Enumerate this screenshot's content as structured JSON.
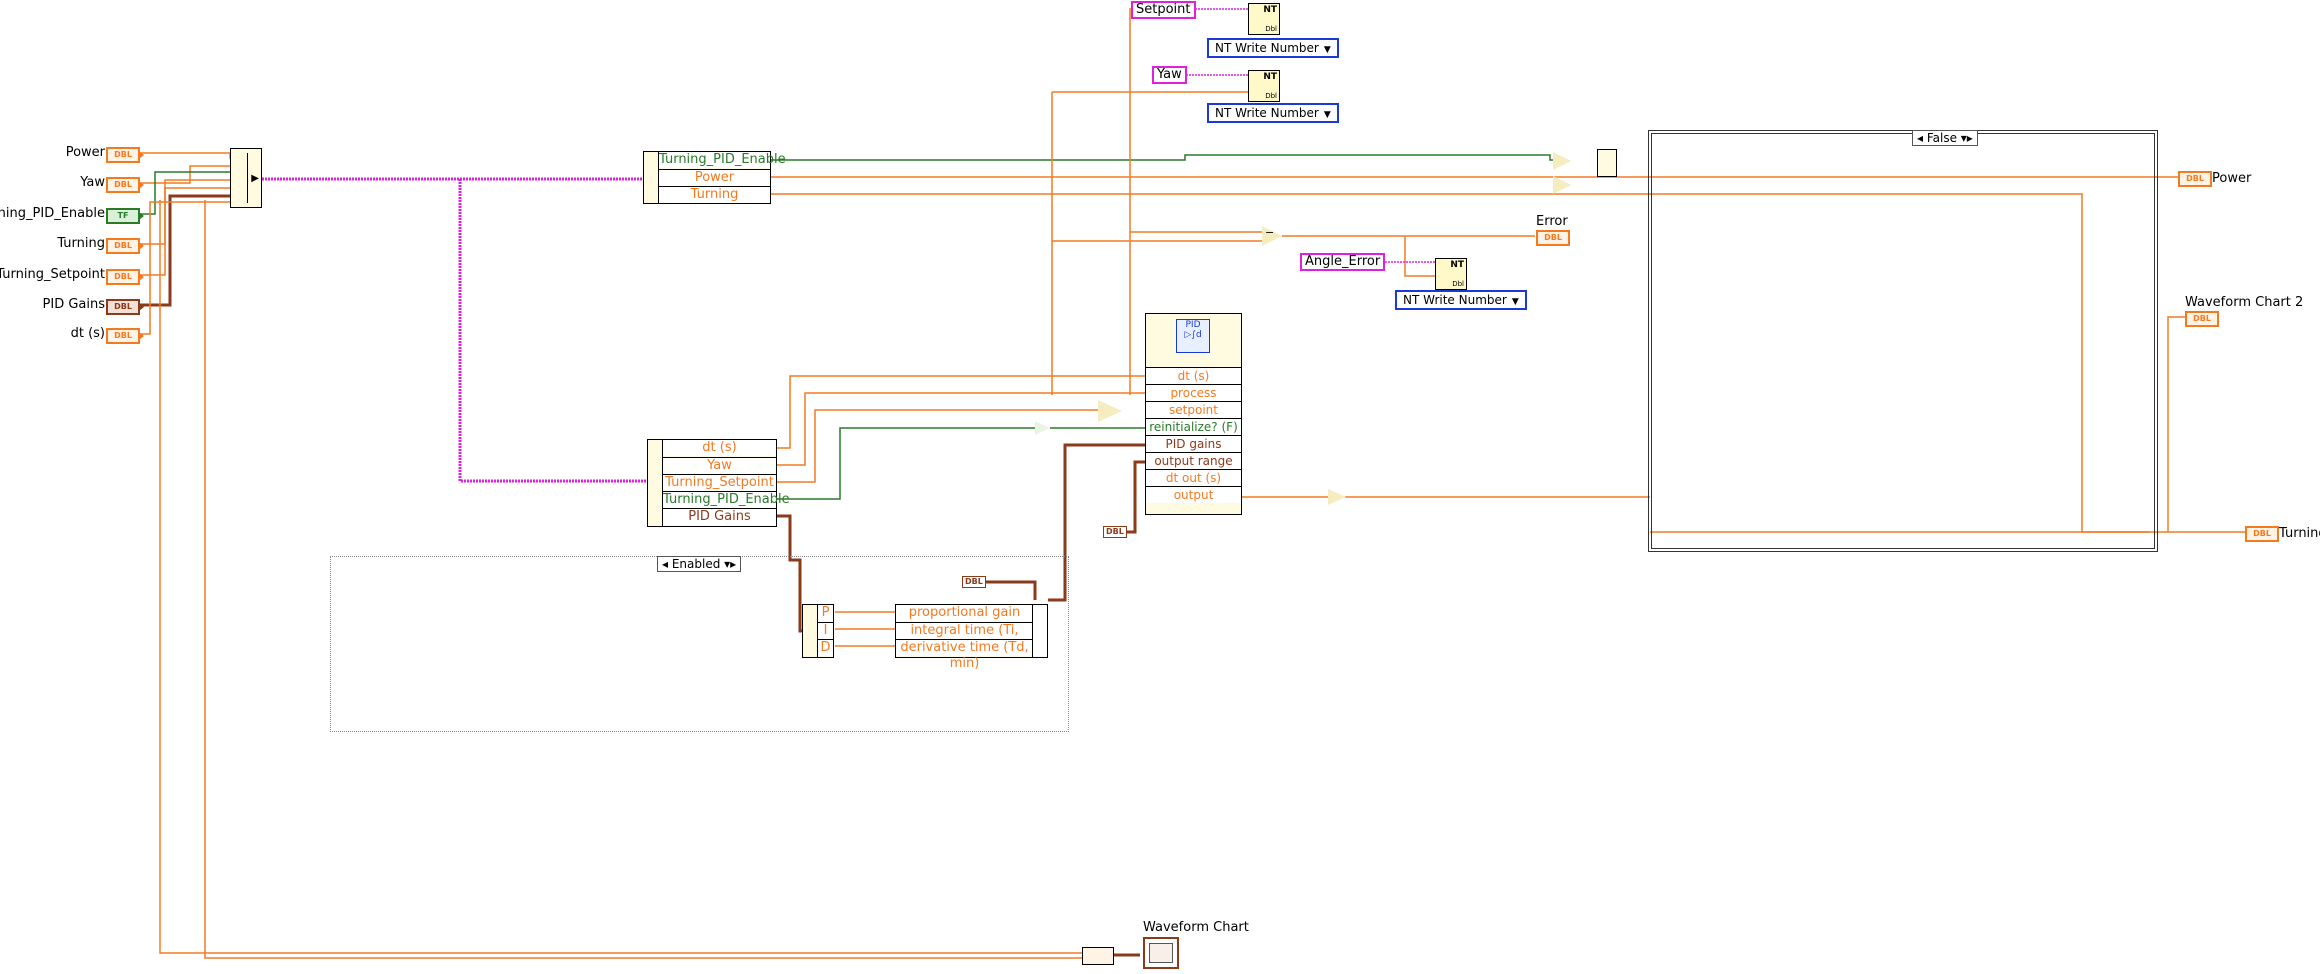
{
  "controls": {
    "power": {
      "label": "Power",
      "type": "DBL"
    },
    "yaw": {
      "label": "Yaw",
      "type": "DBL"
    },
    "turning_pid_enable": {
      "label": "Turning_PID_Enable",
      "type": "TF"
    },
    "turning": {
      "label": "Turning",
      "type": "DBL"
    },
    "turning_setpoint": {
      "label": "Turning_Setpoint",
      "type": "DBL"
    },
    "pid_gains": {
      "label": "PID Gains",
      "type": "DBL"
    },
    "dt": {
      "label": "dt (s)",
      "type": "DBL"
    }
  },
  "bundle_top": {
    "rows": [
      "Turning_PID_Enable",
      "Power",
      "Turning"
    ]
  },
  "bundle_mid": {
    "rows": [
      "dt (s)",
      "Yaw",
      "Turning_Setpoint",
      "Turning_PID_Enable",
      "PID Gains"
    ]
  },
  "pid_block": {
    "icon": "PID",
    "rows": [
      "dt (s)",
      "process variable",
      "setpoint",
      "reinitialize? (F)",
      "PID gains",
      "output range",
      "dt out (s)",
      "output"
    ]
  },
  "gains_bundle": {
    "letters": [
      "P",
      "I",
      "D"
    ],
    "rows": [
      "proportional gain (Kc)",
      "integral time (Ti, min)",
      "derivative time (Td, min)"
    ]
  },
  "nt": {
    "setpoint_str": "Setpoint",
    "yaw_str": "Yaw",
    "angle_error_str": "Angle_Error",
    "write_label": "NT Write Number",
    "icon_top": "NT",
    "icon_bottom": "Dbl"
  },
  "case_structures": {
    "main_selector": "False",
    "enabled_selector": "Enabled"
  },
  "indicators": {
    "error": {
      "label": "Error",
      "type": "DBL"
    },
    "power": {
      "label": "Power",
      "type": "DBL"
    },
    "waveform_chart_2": {
      "label": "Waveform Chart 2",
      "type": "DBL"
    },
    "turning": {
      "label": "Turning",
      "type": "DBL"
    },
    "waveform_chart": {
      "label": "Waveform Chart"
    }
  },
  "constants": {
    "cluster_tag": "DBL",
    "gain_tag": "DBL"
  },
  "colors": {
    "numeric_wire": "#f47a20",
    "bool_wire": "#2a7a2a",
    "string_wire": "#e020e0",
    "cluster_wire": "#8b3a1a",
    "nt_border": "#1a3ad8"
  }
}
